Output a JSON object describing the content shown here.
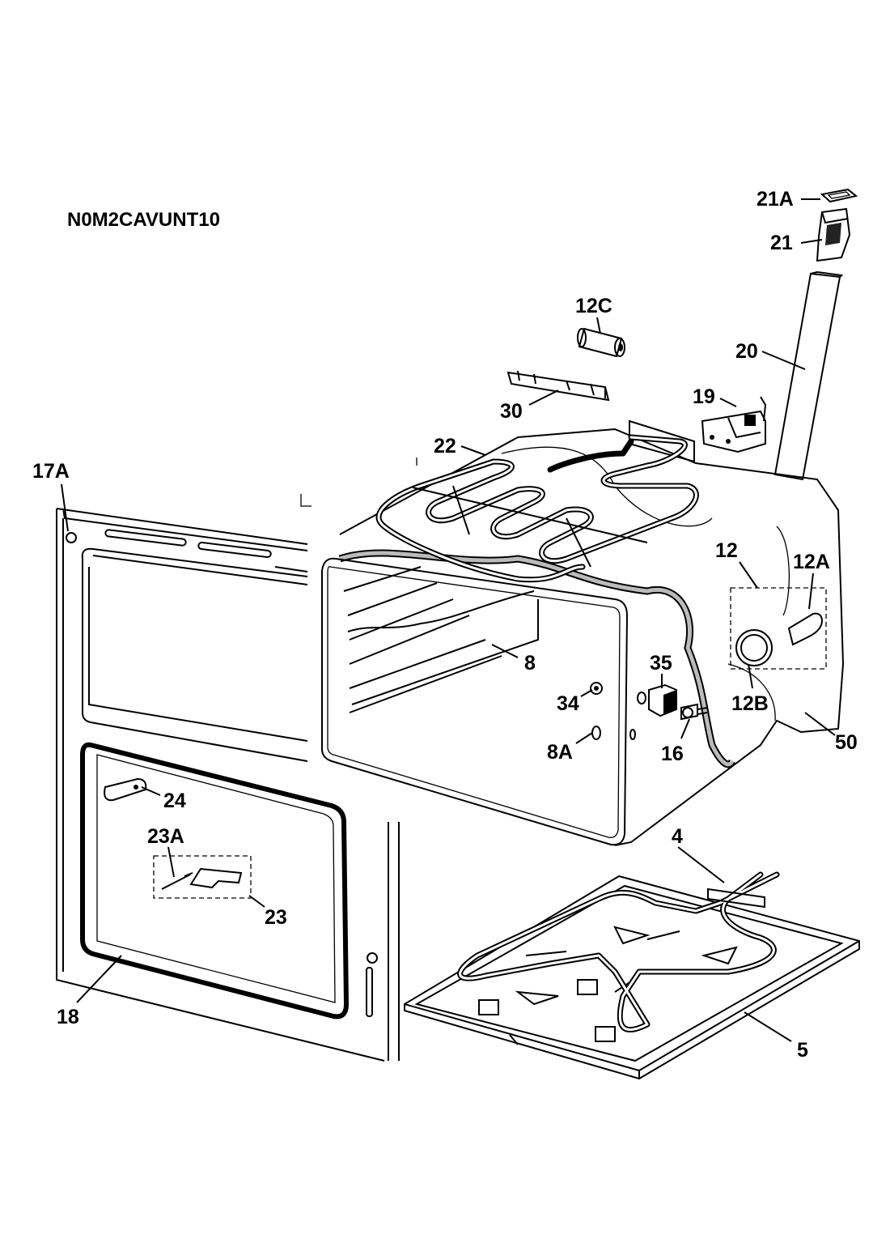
{
  "diagram_code": "N0M2CAVUNT10",
  "labels": {
    "p21A": "21A",
    "p21": "21",
    "p12C": "12C",
    "p20": "20",
    "p19": "19",
    "p30": "30",
    "p22": "22",
    "p17A": "17A",
    "p12": "12",
    "p12A": "12A",
    "p8": "8",
    "p35": "35",
    "p34": "34",
    "p12B": "12B",
    "p8A": "8A",
    "p16": "16",
    "p50": "50",
    "p24": "24",
    "p23A": "23A",
    "p4": "4",
    "p23": "23",
    "p18": "18",
    "p5": "5"
  }
}
